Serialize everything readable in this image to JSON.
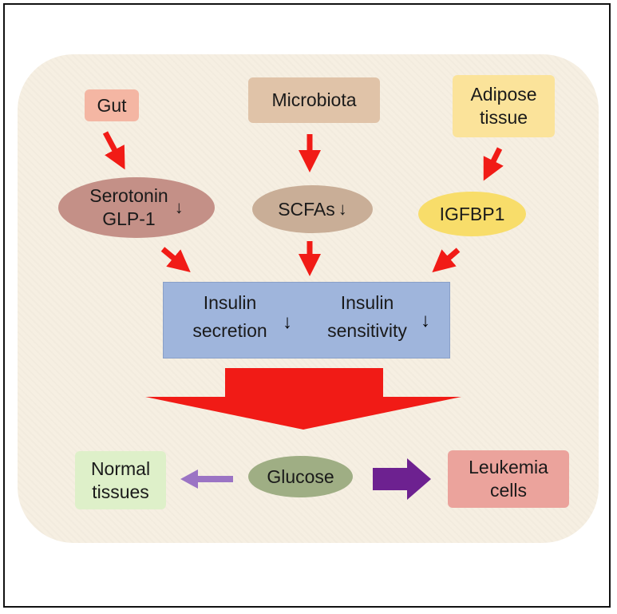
{
  "diagram": {
    "sources": {
      "gut": "Gut",
      "microbiota": "Microbiota",
      "adipose_line1": "Adipose",
      "adipose_line2": "tissue"
    },
    "mediators": {
      "serotonin_line1": "Serotonin",
      "serotonin_line2": "GLP-1",
      "scfas": "SCFAs",
      "igfbp1": "IGFBP1"
    },
    "insulin": {
      "secretion_line1": "Insulin",
      "secretion_line2": "secretion",
      "sensitivity_line1": "Insulin",
      "sensitivity_line2": "sensitivity"
    },
    "outcomes": {
      "glucose": "Glucose",
      "normal_line1": "Normal",
      "normal_line2": "tissues",
      "leukemia_line1": "Leukemia",
      "leukemia_line2": "cells"
    },
    "down_symbol": "↓",
    "colors": {
      "gut": "#f4b6a3",
      "microbiota": "#e0c3a8",
      "adipose": "#fbe39a",
      "serotonin": "#c49087",
      "scfas": "#c9ae97",
      "igfbp1": "#f8dd6a",
      "insulin_box": "#9fb5dc",
      "glucose": "#9fae84",
      "normal": "#def0c9",
      "leukemia": "#eba39c",
      "red_arrow": "#f11b16",
      "purple_arrow": "#6d2190",
      "light_purple_arrow": "#9b74c4"
    }
  }
}
